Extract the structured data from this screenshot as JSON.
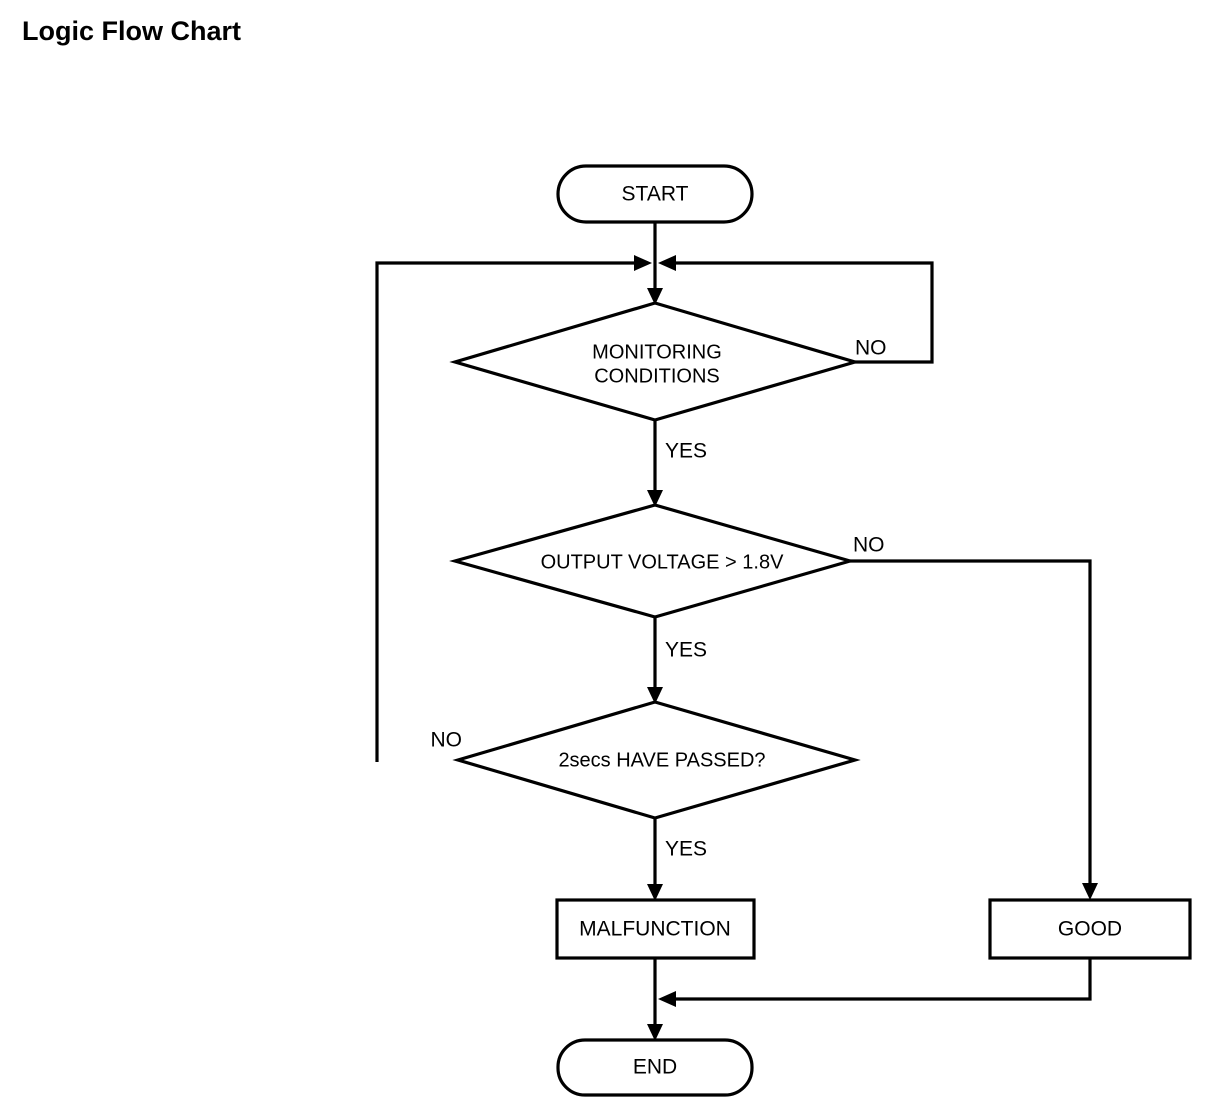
{
  "page": {
    "title": "Logic Flow Chart",
    "background_color": "#ffffff",
    "stroke_color": "#000000"
  },
  "chart_data": {
    "type": "diagram",
    "diagram_kind": "flowchart",
    "title": "Logic Flow Chart",
    "orientation": "top-to-bottom",
    "nodes": [
      {
        "id": "start",
        "shape": "terminator",
        "label": "START"
      },
      {
        "id": "dec1",
        "shape": "decision",
        "label": "MONITORING CONDITIONS",
        "label_line1": "MONITORING",
        "label_line2": "CONDITIONS"
      },
      {
        "id": "dec2",
        "shape": "decision",
        "label": "OUTPUT VOLTAGE > 1.8V"
      },
      {
        "id": "dec3",
        "shape": "decision",
        "label": "2secs HAVE PASSED?"
      },
      {
        "id": "malfunction",
        "shape": "process",
        "label": "MALFUNCTION"
      },
      {
        "id": "good",
        "shape": "process",
        "label": "GOOD"
      },
      {
        "id": "end",
        "shape": "terminator",
        "label": "END"
      }
    ],
    "edges": [
      {
        "from": "start",
        "to": "dec1",
        "label": ""
      },
      {
        "from": "dec1",
        "to": "dec2",
        "label": "YES"
      },
      {
        "from": "dec1",
        "to": "dec1",
        "label": "NO"
      },
      {
        "from": "dec2",
        "to": "dec3",
        "label": "YES"
      },
      {
        "from": "dec2",
        "to": "good",
        "label": "NO"
      },
      {
        "from": "dec3",
        "to": "malfunction",
        "label": "YES"
      },
      {
        "from": "dec3",
        "to": "dec1",
        "label": "NO"
      },
      {
        "from": "malfunction",
        "to": "end",
        "label": ""
      },
      {
        "from": "good",
        "to": "end",
        "label": ""
      }
    ]
  },
  "nodes": {
    "start": "START",
    "decision_monitoring_line1": "MONITORING",
    "decision_monitoring_line2": "CONDITIONS",
    "decision_voltage": "OUTPUT VOLTAGE > 1.8V",
    "decision_timer": "2secs HAVE PASSED?",
    "malfunction": "MALFUNCTION",
    "good": "GOOD",
    "end": "END"
  },
  "labels": {
    "monitoring_no": "NO",
    "monitoring_yes": "YES",
    "voltage_no": "NO",
    "voltage_yes": "YES",
    "timer_no": "NO",
    "timer_yes": "YES"
  }
}
